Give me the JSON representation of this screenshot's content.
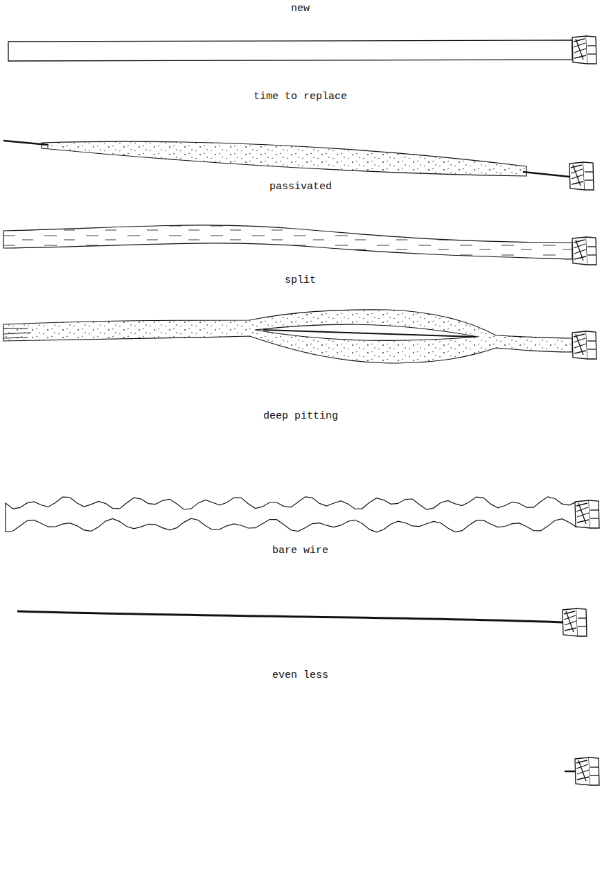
{
  "diagram": {
    "labels": [
      "new",
      "time to replace",
      "passivated",
      "split",
      "deep pitting",
      "bare wire",
      "even less"
    ]
  }
}
